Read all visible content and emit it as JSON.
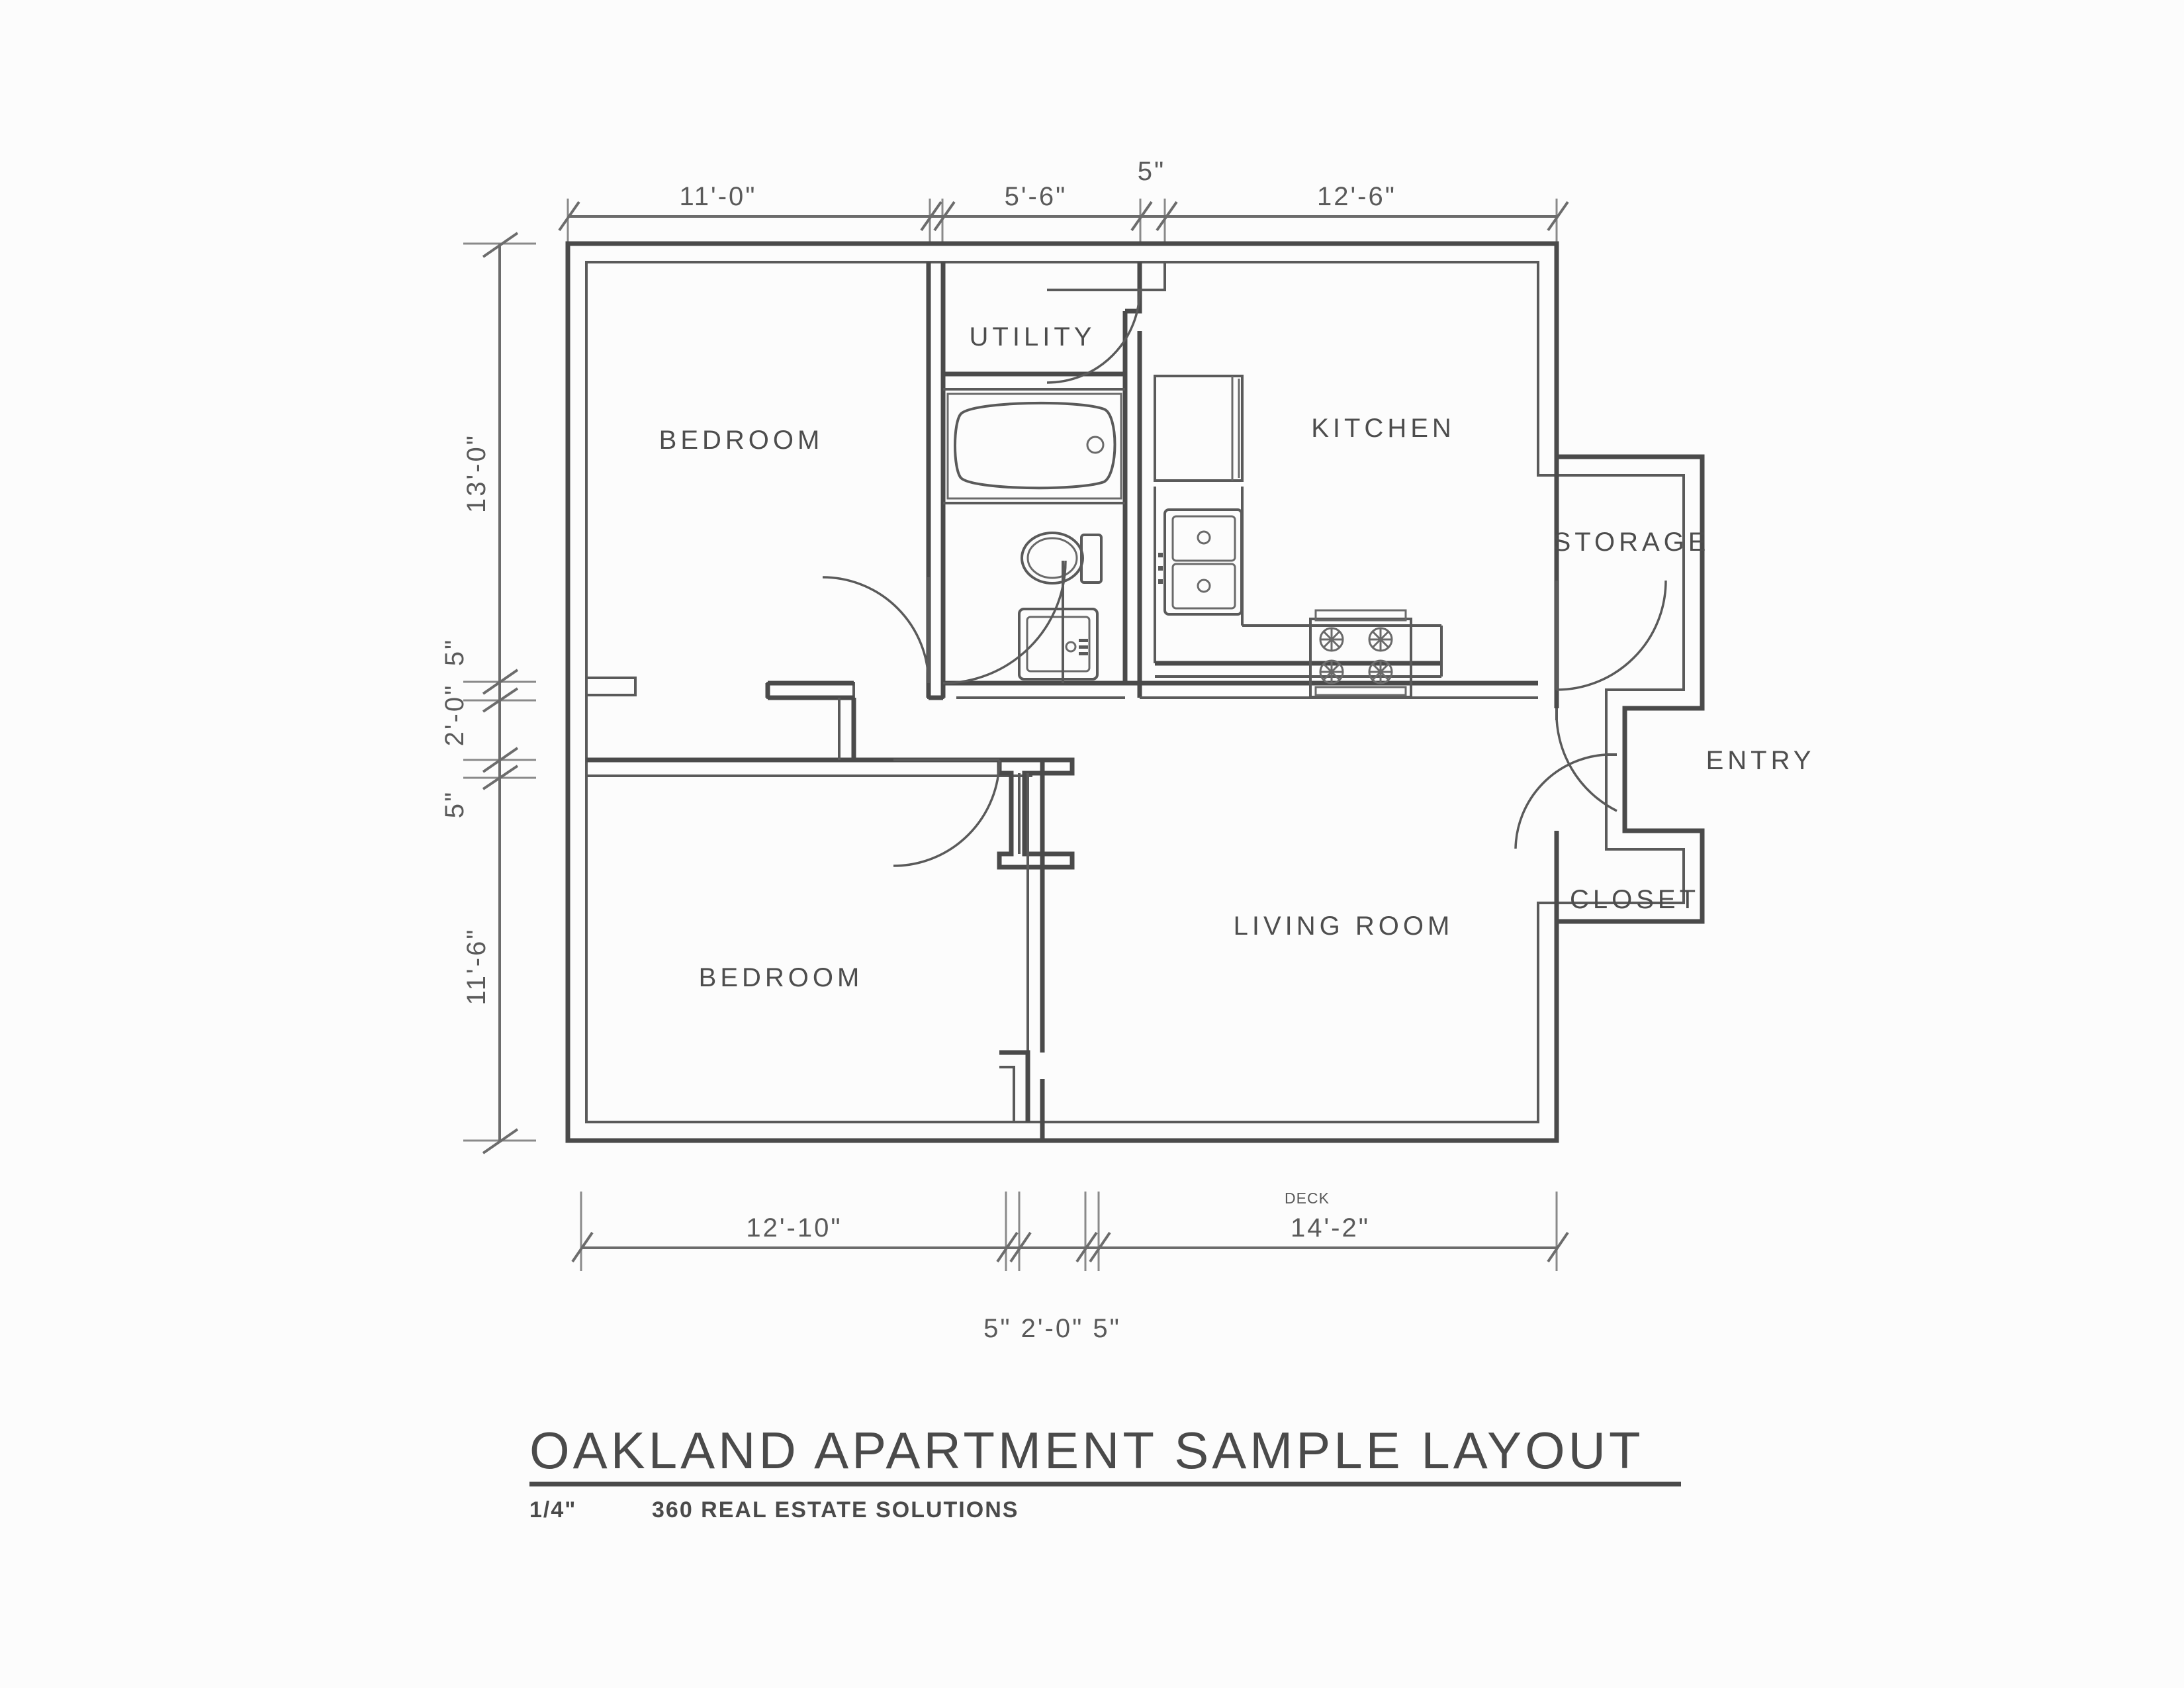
{
  "drawing": {
    "title": "OAKLAND APARTMENT SAMPLE LAYOUT",
    "scale": "1/4\"",
    "firm": "360 REAL ESTATE SOLUTIONS"
  },
  "rooms": {
    "bedroom_upper": "BEDROOM",
    "bedroom_lower": "BEDROOM",
    "utility": "UTILITY",
    "kitchen": "KITCHEN",
    "living_room": "LIVING ROOM",
    "storage": "STORAGE",
    "entry": "ENTRY",
    "closet": "CLOSET",
    "deck": "DECK"
  },
  "dimensions": {
    "top": [
      {
        "label": "11'-0\""
      },
      {
        "label": "5'-6\""
      },
      {
        "label": "5\""
      },
      {
        "label": "12'-6\""
      }
    ],
    "left": [
      {
        "label": "13'-0\""
      },
      {
        "label": "5\""
      },
      {
        "label": "2'-0\""
      },
      {
        "label": "5\""
      },
      {
        "label": "11'-6\""
      }
    ],
    "bottom": [
      {
        "label": "12'-10\""
      },
      {
        "label": "14'-2\""
      }
    ],
    "bottom_secondary": "5\"  2'-0\"  5\""
  },
  "colors": {
    "ink": "#4a4a4a",
    "paper": "#fcfcfc",
    "dim": "#5a5a5a"
  }
}
